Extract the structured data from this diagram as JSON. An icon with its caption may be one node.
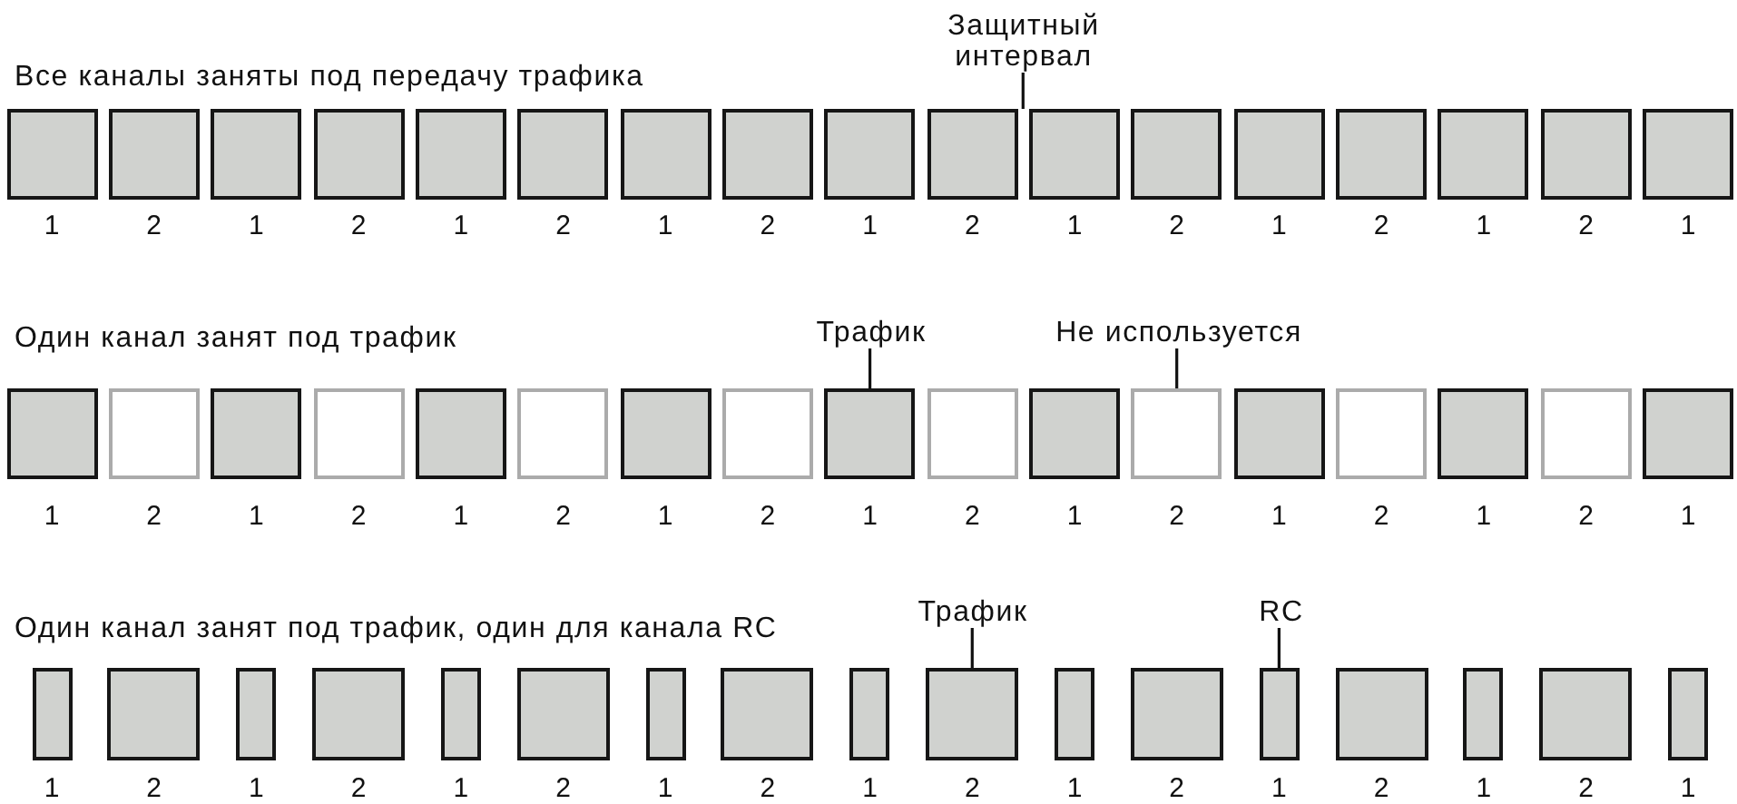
{
  "diagram": {
    "nodes": [
      {
        "text": [
          "Защитный интервал"
        ]
      },
      {
        "text": [],
        "shape": "box",
        "beside": [
          "1"
        ]
      },
      {
        "text": [],
        "shape": "box",
        "beside": [
          "2"
        ]
      },
      {
        "text": [],
        "shape": "box",
        "beside": [
          "1"
        ]
      },
      {
        "text": [],
        "shape": "box",
        "beside": [
          "2"
        ]
      },
      {
        "text": [],
        "shape": "box",
        "beside": [
          "1"
        ]
      },
      {
        "text": [],
        "shape": "box",
        "beside": [
          "2"
        ]
      },
      {
        "text": [],
        "shape": "box",
        "beside": [
          "1"
        ]
      },
      {
        "text": [],
        "shape": "box",
        "beside": [
          "2"
        ]
      },
      {
        "text": [],
        "shape": "box",
        "beside": [
          "1"
        ]
      },
      {
        "text": [],
        "shape": "box",
        "beside": [
          "2"
        ]
      },
      {
        "text": [],
        "shape": "box",
        "beside": [
          "1"
        ]
      },
      {
        "text": [],
        "shape": "box",
        "beside": [
          "2"
        ]
      },
      {
        "text": [],
        "shape": "box",
        "beside": [
          "1"
        ]
      },
      {
        "text": [],
        "shape": "box",
        "beside": [
          "2"
        ]
      },
      {
        "text": [],
        "shape": "box",
        "beside": [
          "1"
        ]
      },
      {
        "text": [],
        "shape": "box",
        "beside": [
          "2"
        ]
      },
      {
        "text": [],
        "shape": "box",
        "beside": [
          "1"
        ]
      },
      {
        "text": [
          "Трафик"
        ]
      },
      {
        "text": [
          "Не используется"
        ]
      },
      {
        "text": [],
        "shape": "box",
        "beside": [
          "1"
        ]
      },
      {
        "text": [],
        "shape": "box",
        "beside": [
          "2"
        ]
      },
      {
        "text": [],
        "shape": "box",
        "beside": [
          "1"
        ]
      },
      {
        "text": [],
        "shape": "box",
        "beside": [
          "2"
        ]
      },
      {
        "text": [],
        "shape": "box",
        "beside": [
          "1"
        ]
      },
      {
        "text": [],
        "shape": "box",
        "beside": [
          "2"
        ]
      },
      {
        "text": [],
        "shape": "box",
        "beside": [
          "1"
        ]
      },
      {
        "text": [],
        "shape": "box",
        "beside": [
          "2"
        ]
      },
      {
        "text": [],
        "shape": "box",
        "beside": [
          "1"
        ]
      },
      {
        "text": [],
        "shape": "box",
        "beside": [
          "2"
        ]
      },
      {
        "text": [],
        "shape": "box",
        "beside": [
          "1"
        ]
      },
      {
        "text": [],
        "shape": "box",
        "beside": [
          "2"
        ]
      },
      {
        "text": [],
        "shape": "box",
        "beside": [
          "1"
        ]
      },
      {
        "text": [],
        "shape": "box",
        "beside": [
          "2"
        ]
      },
      {
        "text": [],
        "shape": "box",
        "beside": [
          "1"
        ]
      },
      {
        "text": [],
        "shape": "box",
        "beside": [
          "2"
        ]
      },
      {
        "text": [],
        "shape": "box",
        "beside": [
          "1"
        ]
      },
      {
        "text": [
          "Трафик"
        ]
      },
      {
        "text": [
          "RC"
        ]
      },
      {
        "text": [],
        "shape": "box",
        "beside": [
          "1"
        ]
      },
      {
        "text": [],
        "shape": "box",
        "beside": [
          "2"
        ]
      },
      {
        "text": [],
        "shape": "box",
        "beside": [
          "1"
        ]
      },
      {
        "text": [],
        "shape": "box",
        "beside": [
          "2"
        ]
      },
      {
        "text": [],
        "shape": "box",
        "beside": [
          "1"
        ]
      },
      {
        "text": [],
        "shape": "box",
        "beside": [
          "2"
        ]
      },
      {
        "text": [],
        "shape": "box",
        "beside": [
          "1"
        ]
      },
      {
        "text": [],
        "shape": "box",
        "beside": [
          "2"
        ]
      },
      {
        "text": [],
        "shape": "box",
        "beside": [
          "1"
        ]
      },
      {
        "text": [],
        "shape": "box",
        "beside": [
          "2"
        ]
      },
      {
        "text": [],
        "shape": "box",
        "beside": [
          "1"
        ]
      },
      {
        "text": [],
        "shape": "box",
        "beside": [
          "2"
        ]
      },
      {
        "text": [],
        "shape": "box",
        "beside": [
          "1"
        ]
      },
      {
        "text": [],
        "shape": "box",
        "beside": [
          "2"
        ]
      },
      {
        "text": [],
        "shape": "box",
        "beside": [
          "1"
        ]
      },
      {
        "text": [],
        "shape": "box",
        "beside": [
          "2"
        ]
      },
      {
        "text": [],
        "shape": "box",
        "beside": [
          "1"
        ]
      }
    ],
    "edges": [
      {
        "from": 0,
        "to": 10,
        "arrow": "none"
      },
      {
        "from": 18,
        "to": 28,
        "arrow": "none"
      },
      {
        "from": 19,
        "to": 31,
        "arrow": "none"
      },
      {
        "from": 37,
        "to": 48,
        "arrow": "none"
      },
      {
        "from": 38,
        "to": 51,
        "arrow": "none"
      }
    ],
    "labels": [
      "Все каналы заняты под передачу трафика",
      "Один канал занят под трафик",
      "Один канал занят под трафик, один для канала RC"
    ]
  }
}
